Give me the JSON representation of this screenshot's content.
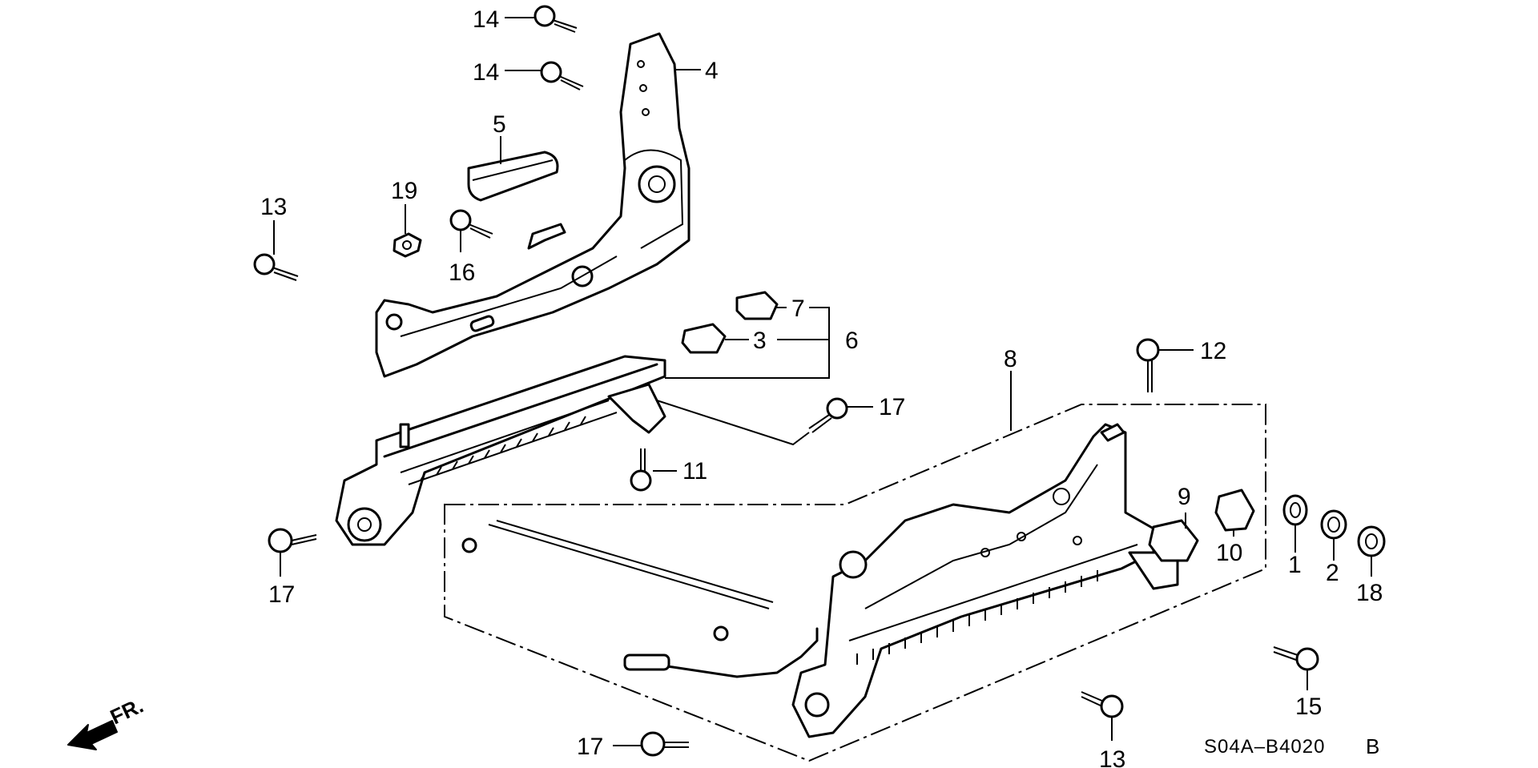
{
  "callouts": {
    "c14a": "14",
    "c14b": "14",
    "c4": "4",
    "c5": "5",
    "c13a": "13",
    "c19": "19",
    "c16": "16",
    "c7": "7",
    "c3": "3",
    "c6": "6",
    "c8": "8",
    "c12": "12",
    "c17a": "17",
    "c11": "11",
    "c17b": "17",
    "c9": "9",
    "c10": "10",
    "c1": "1",
    "c2": "2",
    "c18": "18",
    "c15": "15",
    "c17c": "17",
    "c13b": "13"
  },
  "front_label": "FR.",
  "diagram_code": "S04A–B4020",
  "diagram_rev": "B",
  "icons": [
    "front-direction-arrow-icon"
  ]
}
